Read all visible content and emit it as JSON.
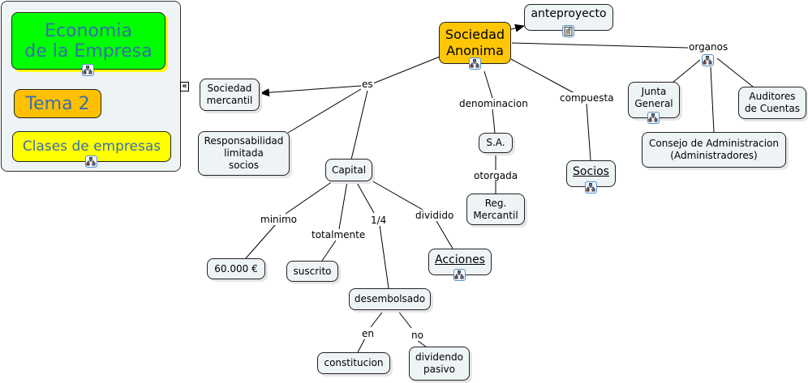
{
  "panel": {
    "nodes": [
      {
        "id": "economia",
        "label": "Economia\nde la Empresa",
        "color": "#00ff00",
        "icon": "hierarchy-icon"
      },
      {
        "id": "tema2",
        "label": "Tema 2",
        "color": "#ffc000"
      },
      {
        "id": "clases",
        "label": "Clases de empresas",
        "color": "#ffff00",
        "icon": "hierarchy-icon"
      }
    ],
    "collapse_icon": "double-chevron-left-icon",
    "collapse_glyph": "«"
  },
  "concepts": {
    "sociedad_anonima": {
      "label": "Sociedad\nAnonima",
      "color": "#fec606",
      "icon": "hierarchy-icon"
    },
    "anteproyecto": {
      "label": "anteproyecto",
      "icon": "document-icon"
    },
    "sociedad_mercantil": {
      "label": "Sociedad\nmercantil"
    },
    "responsabilidad": {
      "label": "Responsabilidad\nlimitada\nsocios"
    },
    "capital": {
      "label": "Capital"
    },
    "sa": {
      "label": "S.A."
    },
    "reg_mercantil": {
      "label": "Reg.\nMercantil"
    },
    "socios": {
      "label": "Socios",
      "icon": "hierarchy-icon"
    },
    "junta_general": {
      "label": "Junta\nGeneral",
      "icon": "hierarchy-icon"
    },
    "auditores": {
      "label": "Auditores\nde Cuentas"
    },
    "consejo": {
      "label": "Consejo de Administracion\n(Administradores)"
    },
    "minimo_valor": {
      "label": "60.000 €"
    },
    "suscrito": {
      "label": "suscrito"
    },
    "acciones": {
      "label": "Acciones",
      "icon": "hierarchy-icon"
    },
    "desembolsado": {
      "label": "desembolsado"
    },
    "constitucion": {
      "label": "constitucion"
    },
    "dividendo_pasivo": {
      "label": "dividendo\npasivo"
    }
  },
  "linking_phrases": {
    "es": "es",
    "denominacion": "denominacion",
    "otorgada": "otorgada",
    "compuesta": "compuesta",
    "organos": "organos",
    "minimo": "minimo",
    "totalmente": "totalmente",
    "un_cuarto": "1/4",
    "dividido": "dividido",
    "en": "en",
    "no": "no"
  },
  "organos_icon": "hierarchy-icon",
  "colors": {
    "node_bg": "#eef3f6",
    "accent_text": "#3a6fa8",
    "line": "#000000"
  }
}
